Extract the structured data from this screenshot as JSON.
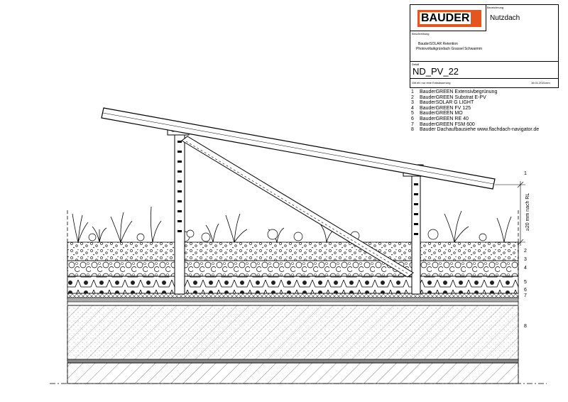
{
  "title_block": {
    "brand": "BAUDER",
    "label_bezeichnung": "Bezeichnung",
    "name": "Nutzdach",
    "label_beschreibung": "Beschreibung",
    "desc_line1": "BauderSOLAR Retention",
    "desc_line2": "Photovoltaikgründach Grassel Schwarmm",
    "label_detail": "Detail",
    "detail_id": "ND_PV_22",
    "footer_note": "Gilt ein nur eine Entwässerung",
    "date": "16.01.2021mm"
  },
  "legend": [
    {
      "num": "1",
      "text": "BauderGREEN Extensivbegrünung"
    },
    {
      "num": "2",
      "text": "BauderGREEN Substrat E-PV"
    },
    {
      "num": "3",
      "text": "BauderSOLAR G LIGHT"
    },
    {
      "num": "4",
      "text": "BauderGREEN FV 125"
    },
    {
      "num": "5",
      "text": "BauderGREEN MO"
    },
    {
      "num": "6",
      "text": "BauderGREEN RE 40"
    },
    {
      "num": "7",
      "text": "BauderGREEN FSM 600"
    },
    {
      "num": "8",
      "text": "Bauder Dachaufbausiehe www.flachdach-navigator.de"
    }
  ],
  "callouts": {
    "n1": "1",
    "n2": "2",
    "n3": "3",
    "n4": "4",
    "n5": "5",
    "n6": "6",
    "n7": "7",
    "n8": "8",
    "height_note": "≥20 mm nach RL"
  },
  "colors": {
    "brand": "#e3561d",
    "line": "#000000"
  }
}
